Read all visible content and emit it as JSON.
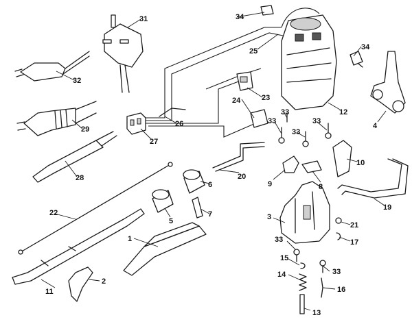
{
  "callouts": {
    "c1": "1",
    "c2": "2",
    "c3": "3",
    "c4": "4",
    "c5": "5",
    "c6": "6",
    "c7": "7",
    "c8": "8",
    "c9": "9",
    "c10": "10",
    "c11": "11",
    "c12": "12",
    "c13": "13",
    "c14": "14",
    "c15": "15",
    "c16": "16",
    "c17": "17",
    "c19": "19",
    "c20": "20",
    "c21": "21",
    "c22": "22",
    "c23": "23",
    "c24": "24",
    "c25": "25",
    "c26": "26",
    "c27": "27",
    "c28": "28",
    "c29": "29",
    "c31": "31",
    "c32": "32",
    "c33a": "33",
    "c33b": "33",
    "c33c": "33",
    "c33d": "33",
    "c33e": "33",
    "c34a": "34",
    "c34b": "34"
  }
}
